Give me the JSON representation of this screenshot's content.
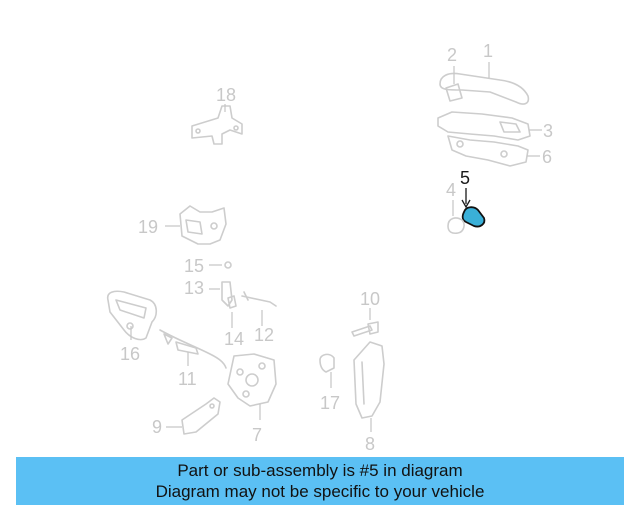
{
  "diagram": {
    "callouts": {
      "c1": "1",
      "c2": "2",
      "c3": "3",
      "c4": "4",
      "c5": "5",
      "c6": "6",
      "c7": "7",
      "c8": "8",
      "c9": "9",
      "c10": "10",
      "c11": "11",
      "c12": "12",
      "c13": "13",
      "c14": "14",
      "c15": "15",
      "c16": "16",
      "c17": "17",
      "c18": "18",
      "c19": "19"
    },
    "highlight_color": "#3ab0d8"
  },
  "banner": {
    "line1": "Part or sub-assembly is #5 in diagram",
    "line2": "Diagram may not be specific to your vehicle",
    "background": "#5bc0f4"
  }
}
